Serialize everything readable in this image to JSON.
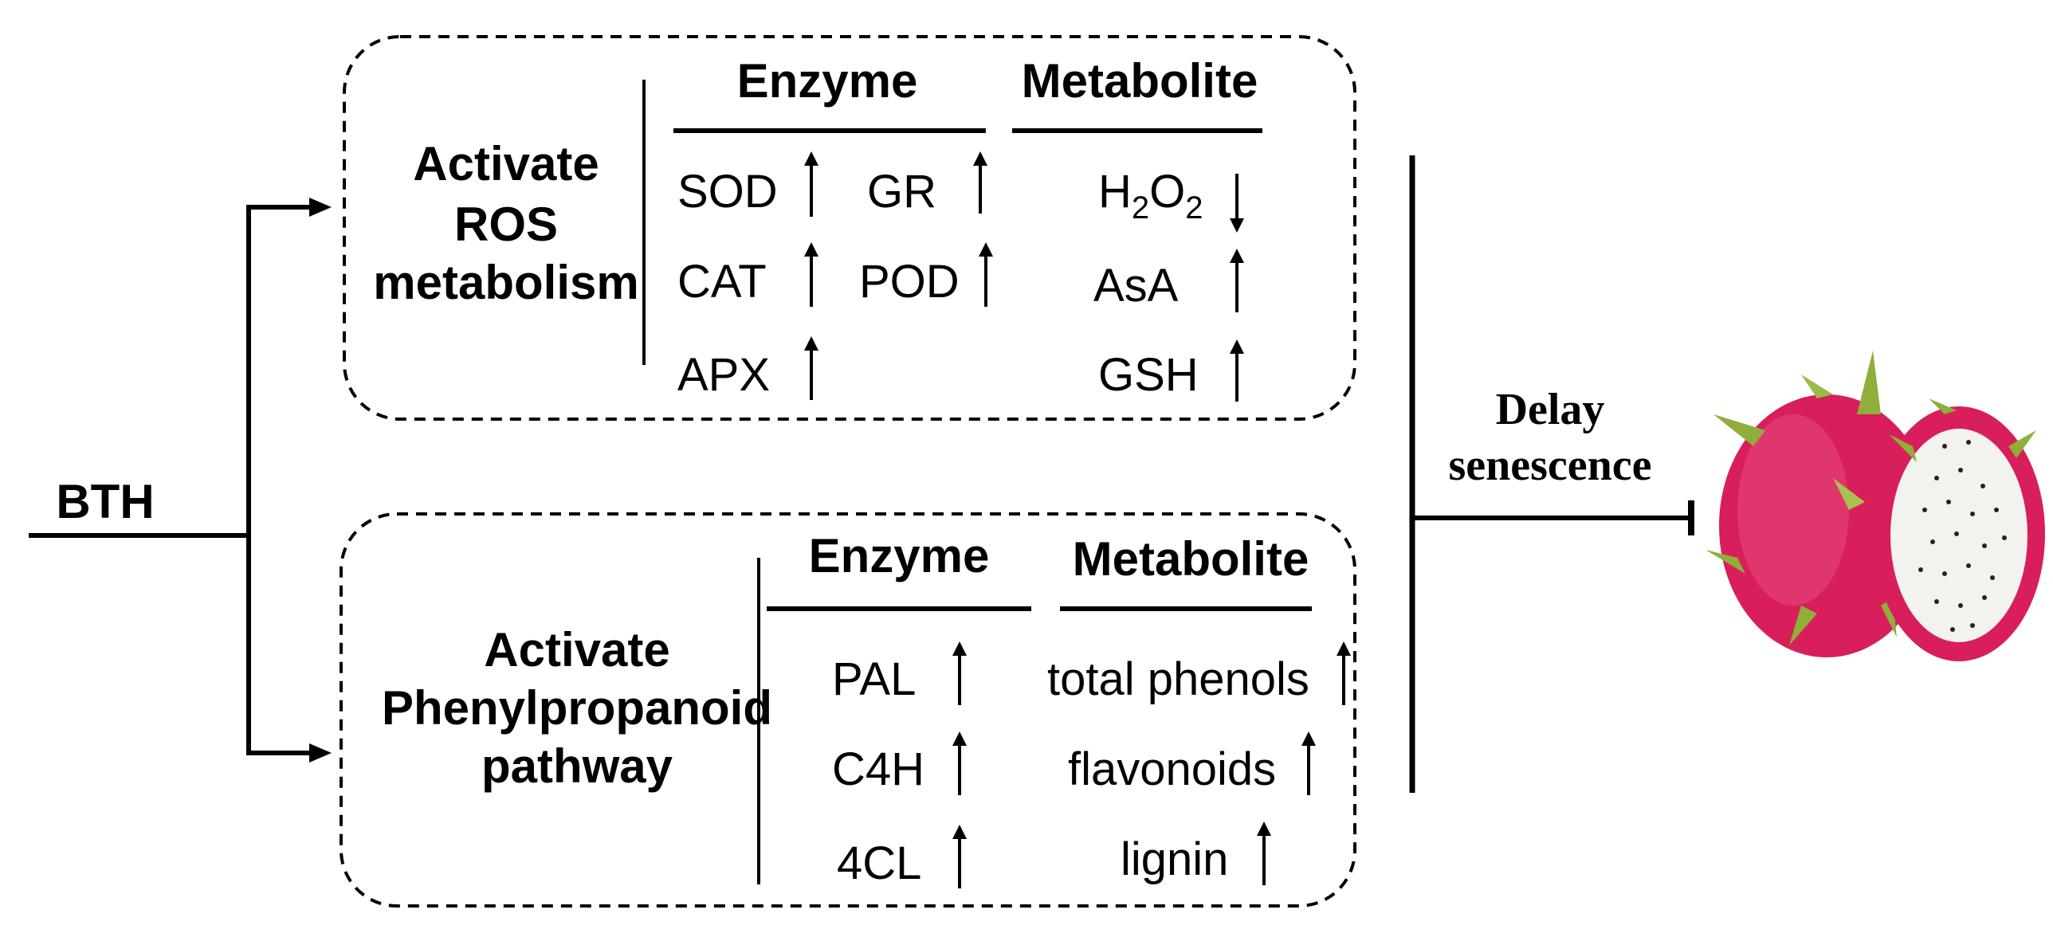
{
  "input": {
    "label": "BTH"
  },
  "ros_panel": {
    "title": [
      "Activate",
      "ROS",
      "metabolism"
    ],
    "enzyme_header": "Enzyme",
    "metabolite_header": "Metabolite",
    "enzymes": [
      {
        "name": "SOD",
        "change": "up"
      },
      {
        "name": "GR",
        "change": "up"
      },
      {
        "name": "CAT",
        "change": "up"
      },
      {
        "name": "POD",
        "change": "up"
      },
      {
        "name": "APX",
        "change": "up"
      }
    ],
    "metabolites": [
      {
        "name": "H2O2",
        "change": "down"
      },
      {
        "name": "AsA",
        "change": "up"
      },
      {
        "name": "GSH",
        "change": "up"
      }
    ]
  },
  "phenyl_panel": {
    "title": [
      "Activate",
      "Phenylpropanoid",
      "pathway"
    ],
    "enzyme_header": "Enzyme",
    "metabolite_header": "Metabolite",
    "enzymes": [
      {
        "name": "PAL",
        "change": "up"
      },
      {
        "name": "C4H",
        "change": "up"
      },
      {
        "name": "4CL",
        "change": "up"
      }
    ],
    "metabolites": [
      {
        "name": "total phenols",
        "change": "up"
      },
      {
        "name": "flavonoids",
        "change": "up"
      },
      {
        "name": "lignin",
        "change": "up"
      }
    ]
  },
  "outcome": {
    "label": [
      "Delay",
      "senescence"
    ]
  },
  "image": {
    "subject": "dragon-fruit"
  },
  "colors": {
    "line": "#000000",
    "fruit_skin": "#d81e5b",
    "fruit_flesh": "#f2f2ee",
    "bract": "#8fae3a"
  }
}
